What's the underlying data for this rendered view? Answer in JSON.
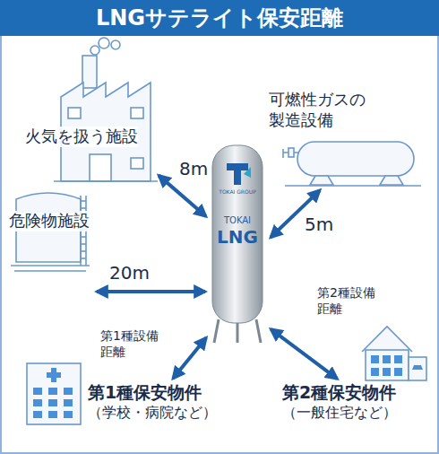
{
  "diagram": {
    "title": "LNGサテライト保安距離",
    "nodes": [
      {
        "text": [
          "火気を扱う施設"
        ]
      },
      {
        "text": [
          "可燃性ガスの製造設備"
        ]
      },
      {
        "text": [
          "危険物施設"
        ]
      },
      {
        "text": [
          "TOKAI GROUP",
          "TOKAI",
          "LNG"
        ]
      },
      {
        "text": [
          "第1種保安物件",
          "（学校・病院など）"
        ]
      },
      {
        "text": [
          "第2種保安物件",
          "（一般住宅など）"
        ]
      }
    ],
    "edges": [
      {
        "from": 0,
        "to": 3,
        "arrow": "both",
        "label": "8m"
      },
      {
        "from": 1,
        "to": 3,
        "arrow": "both",
        "label": "5m"
      },
      {
        "from": 2,
        "to": 3,
        "arrow": "both",
        "label": "20m"
      },
      {
        "from": 4,
        "to": 3,
        "arrow": "both",
        "label": "第1種設備 距離"
      },
      {
        "from": 5,
        "to": 3,
        "arrow": "both",
        "label": "第2種設備 距離"
      }
    ]
  }
}
